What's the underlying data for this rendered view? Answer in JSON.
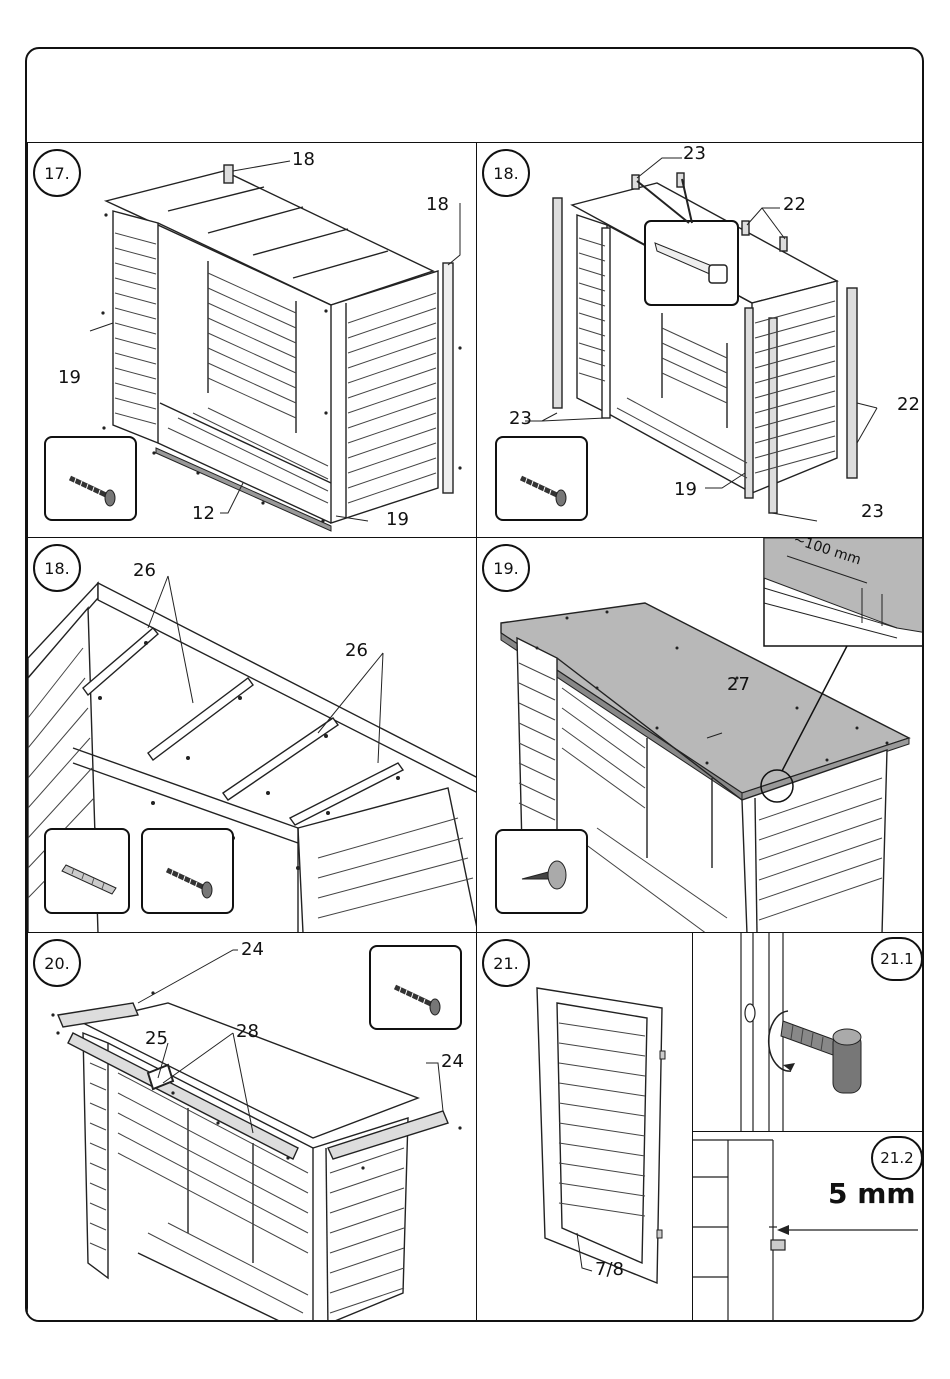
{
  "steps": {
    "s17": "17.",
    "s18a": "18.",
    "s18b": "18.",
    "s19": "19.",
    "s20": "20.",
    "s21": "21.",
    "s21_1": "21.1",
    "s21_2": "21.2"
  },
  "panel17": {
    "l18a": "18",
    "l18b": "18",
    "l19a": "19",
    "l19b": "19",
    "l12": "12"
  },
  "panel18": {
    "l23a": "23",
    "l22a": "22",
    "l22b": "22",
    "l23b": "23",
    "l19": "19",
    "l23c": "23"
  },
  "panel18b": {
    "l26a": "26",
    "l26b": "26"
  },
  "panel19": {
    "l100": "~100 mm",
    "l27": "27"
  },
  "panel20": {
    "l24a": "24",
    "l25": "25",
    "l28": "28",
    "l24b": "24"
  },
  "panel21": {
    "l78": "7/8"
  },
  "panel21_2": {
    "gap": "5 mm"
  },
  "icons": [
    "screw-icon",
    "dowel-icon",
    "nail-icon",
    "saw-icon",
    "hinge-pin-icon"
  ]
}
